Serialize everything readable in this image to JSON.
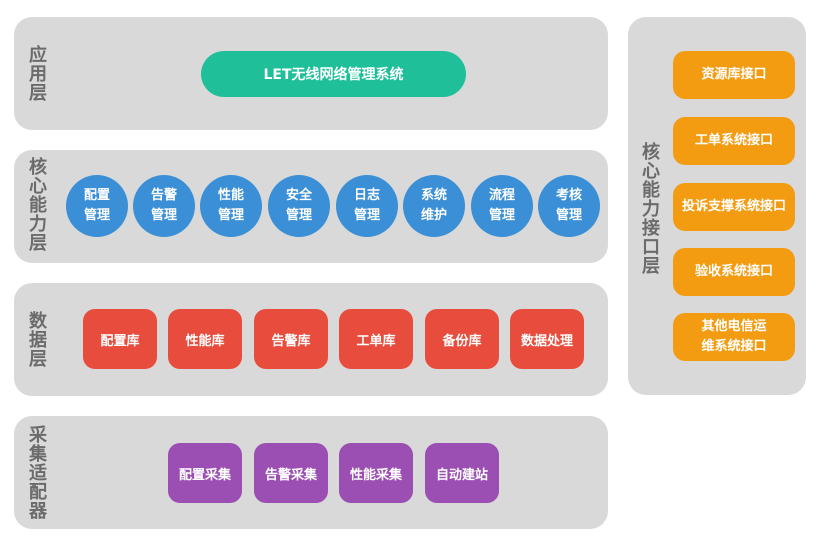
{
  "layers": {
    "app": {
      "label": "应用层",
      "system": "LET无线网络管理系统"
    },
    "core": {
      "label": "核心能力层",
      "items": [
        "配置\n管理",
        "告警\n管理",
        "性能\n管理",
        "安全\n管理",
        "日志\n管理",
        "系统\n维护",
        "流程\n管理",
        "考核\n管理"
      ]
    },
    "data": {
      "label": "数据层",
      "items": [
        "配置库",
        "性能库",
        "告警库",
        "工单库",
        "备份库",
        "数据处理"
      ]
    },
    "collect": {
      "label": "采集适配器",
      "items": [
        "配置采集",
        "告警采集",
        "性能采集",
        "自动建站"
      ]
    }
  },
  "interface": {
    "label": "核心能力接口层",
    "items": [
      "资源库接口",
      "工单系统接口",
      "投诉支撑系统接口",
      "验收系统接口",
      "其他电信运\n维系统接口"
    ]
  },
  "colors": {
    "panel": "#d9d9d9",
    "green": "#1fbf9a",
    "blue": "#3a8fd6",
    "red": "#e74c3c",
    "purple": "#9b4fb3",
    "orange": "#f39c12"
  }
}
